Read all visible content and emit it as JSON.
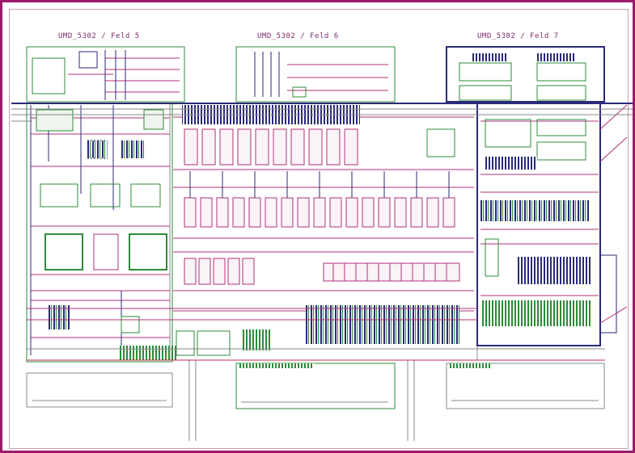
{
  "diagram": {
    "titles": {
      "field5": "UMD_5302 / Feld 5",
      "field6": "UMD_5302 / Feld 6",
      "field7": "UMD_5302 / Feld 7"
    },
    "colors": {
      "frame": "#9b1a6a",
      "green": "#2e8b3a",
      "magenta": "#b0307a",
      "navy": "#2a2a7a",
      "red": "#c0304a",
      "gray": "#888888"
    }
  }
}
